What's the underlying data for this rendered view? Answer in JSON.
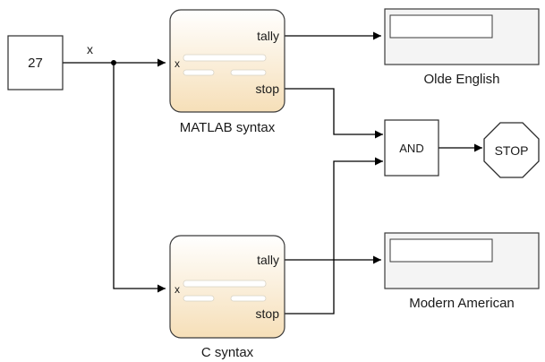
{
  "blocks": {
    "constant": {
      "value": "27"
    },
    "matlab_chart": {
      "name": "MATLAB syntax",
      "in_port": "x",
      "out_port_1": "tally",
      "out_port_2": "stop"
    },
    "c_chart": {
      "name": "C syntax",
      "in_port": "x",
      "out_port_1": "tally",
      "out_port_2": "stop"
    },
    "display_top": {
      "name": "Olde English"
    },
    "display_bottom": {
      "name": "Modern American"
    },
    "and_gate": {
      "label": "AND"
    },
    "stop_block": {
      "label": "STOP"
    }
  },
  "signals": {
    "x_label": "x"
  },
  "colors": {
    "line": "#000000",
    "block_border": "#2b2b2b",
    "chart_fill_top": "#ffffff",
    "chart_fill_bottom": "#f6dfb8",
    "display_fill": "#f4f4f4"
  }
}
